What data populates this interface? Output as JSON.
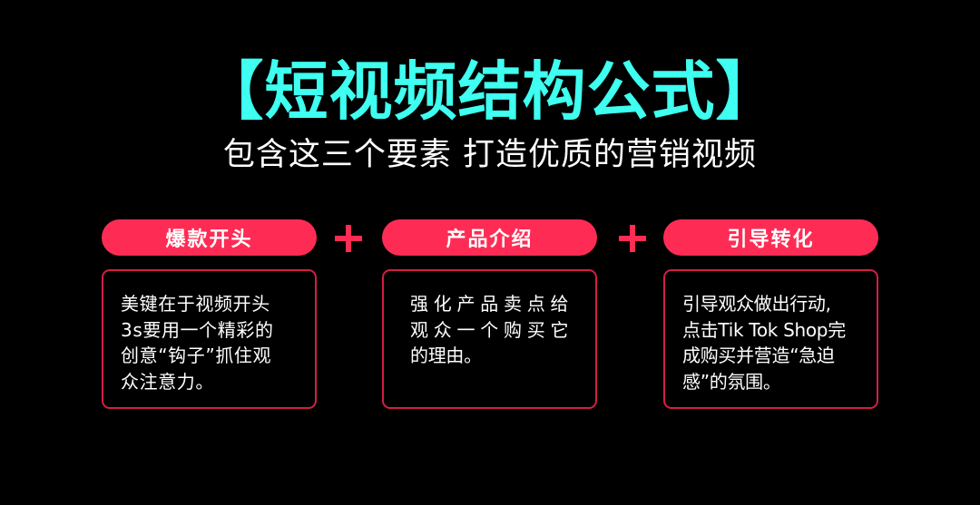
{
  "header": {
    "title": "【短视频结构公式】",
    "subtitle": "包含这三个要素 打造优质的营销视频"
  },
  "colors": {
    "title": "#3efff0",
    "accent": "#fe2c55",
    "card_border": "#d21f45",
    "background": "#000000",
    "text": "#ffffff"
  },
  "steps": [
    {
      "label": "爆款开头",
      "description": "美键在于视频开头\n3s要用一个精彩的\n创意“钩子”抓住观\n众注意力。"
    },
    {
      "label": "产品介绍",
      "description": "强 化 产 品 卖 点 给\n观 众 一 个 购 买 它\n的理由。"
    },
    {
      "label": "引导转化",
      "description": "引导观众做出行动,\n点击Tik Tok Shop完\n成购买并营造“急迫\n感”的氛围。"
    }
  ],
  "connectors": [
    {
      "icon": "plus-icon",
      "symbol": "+"
    },
    {
      "icon": "plus-icon",
      "symbol": "+"
    }
  ]
}
